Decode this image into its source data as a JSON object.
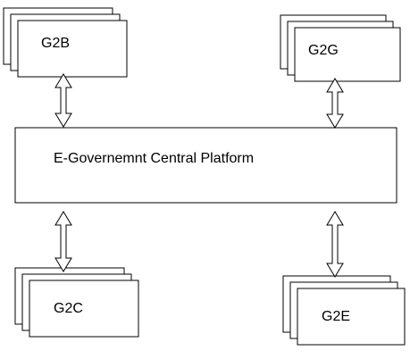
{
  "platform": {
    "label": "E-Governemnt Central Platform"
  },
  "nodes": {
    "g2b": {
      "label": "G2B"
    },
    "g2g": {
      "label": "G2G"
    },
    "g2c": {
      "label": "G2C"
    },
    "g2e": {
      "label": "G2E"
    }
  },
  "colors": {
    "stroke": "#000000",
    "fill": "#ffffff",
    "text": "#000000"
  }
}
